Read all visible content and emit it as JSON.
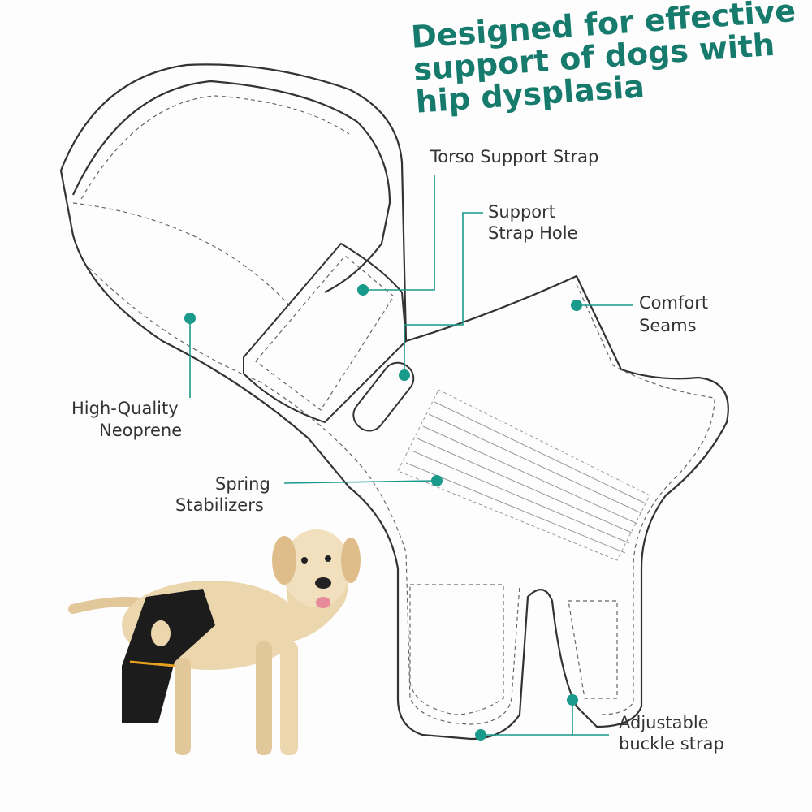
{
  "title": {
    "line1": "Designed for effective",
    "line2": "support of dogs with",
    "line3": "hip dysplasia"
  },
  "labels": {
    "torso": "Torso Support Strap",
    "hole_1": "Support",
    "hole_2": "Strap Hole",
    "seams_1": "Comfort",
    "seams_2": "Seams",
    "neoprene_1": "High-Quality",
    "neoprene_2": "Neoprene",
    "spring_1": "Spring",
    "spring_2": "Stabilizers",
    "buckle_1": "Adjustable",
    "buckle_2": "buckle strap"
  },
  "colors": {
    "accent": "#1a9a8a",
    "title": "#167a6d",
    "outline": "#333333"
  }
}
